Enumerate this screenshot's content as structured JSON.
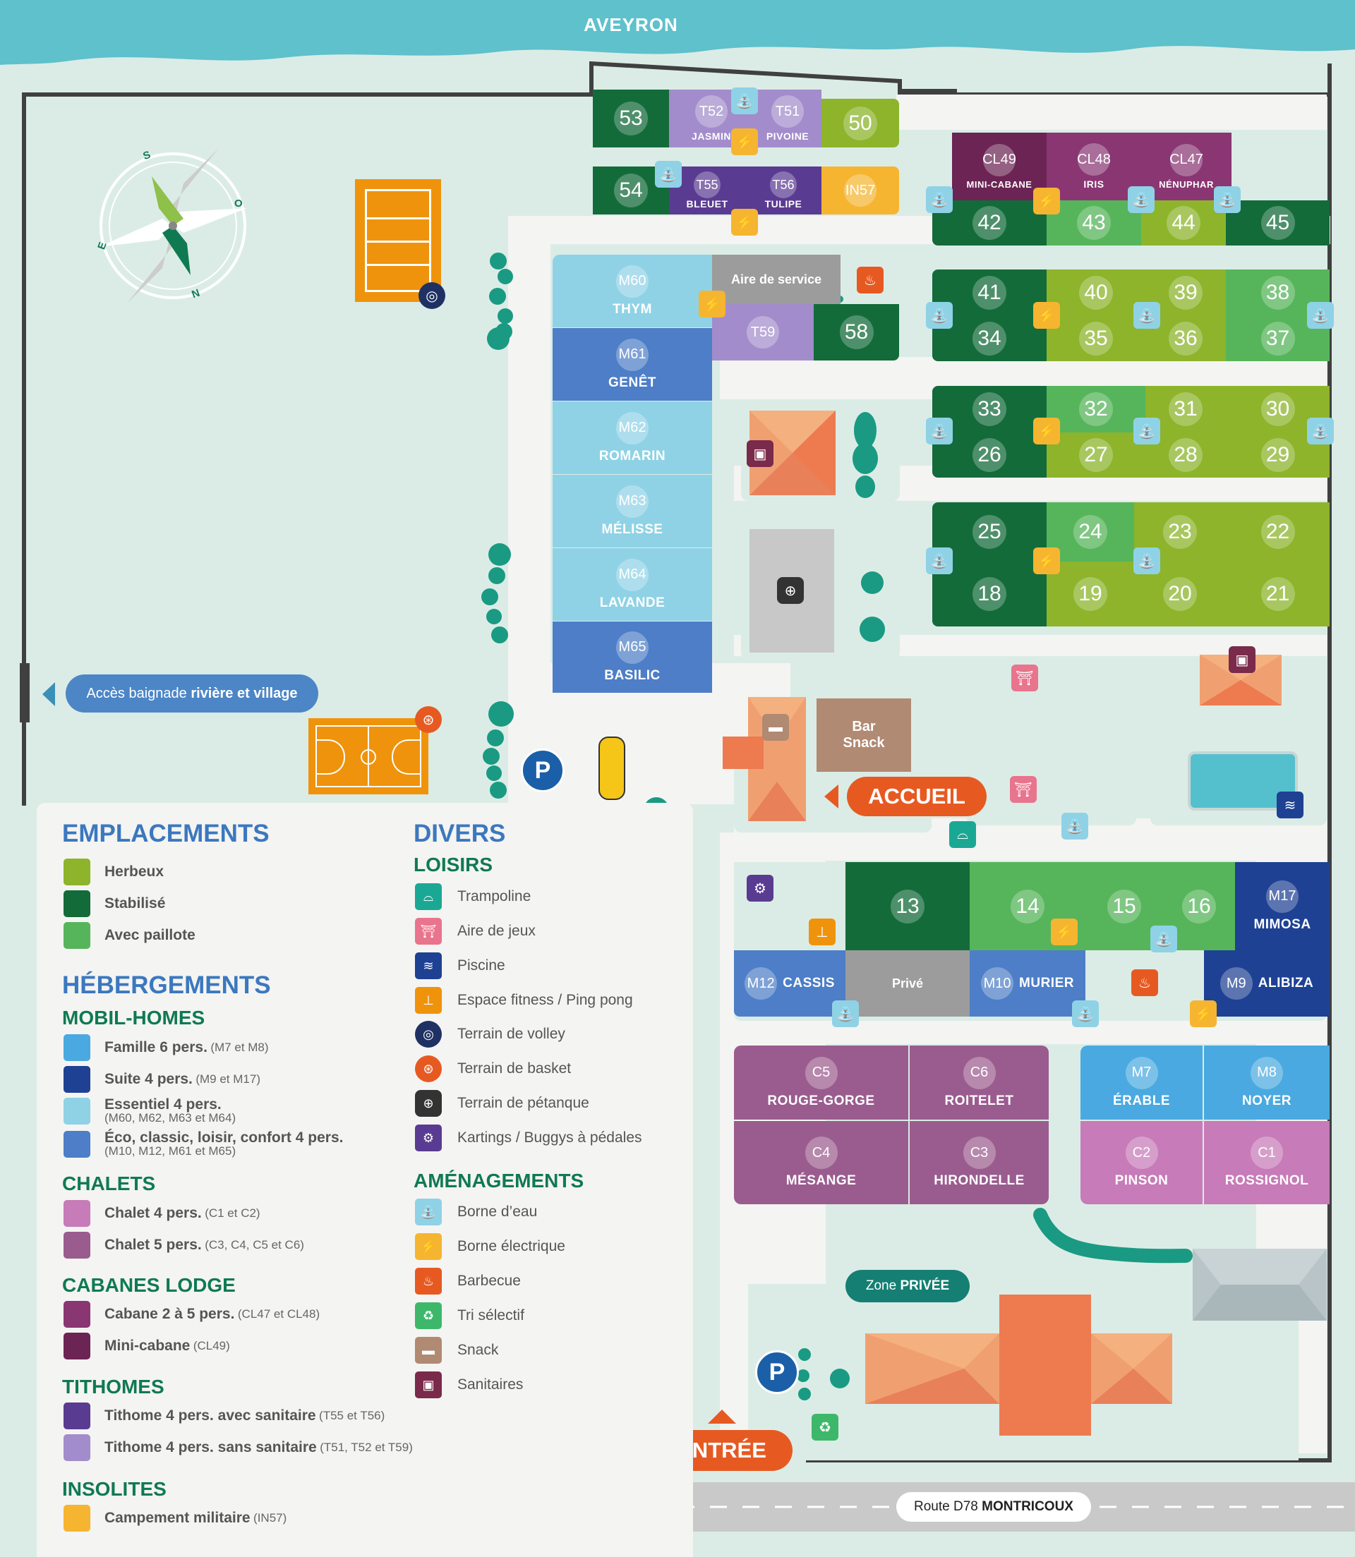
{
  "river": "AVEYRON",
  "compass": {
    "s": "S",
    "o": "O",
    "n": "N",
    "e": "E"
  },
  "access": {
    "prefix": "Accès baignade ",
    "bold": "rivière et village"
  },
  "accueil": "ACCUEIL",
  "entree": "ENTRÉE",
  "parking": "P",
  "zone_privee": {
    "prefix": "Zone ",
    "bold": "PRIVÉE"
  },
  "route": {
    "prefix": "Route D78 ",
    "bold": "MONTRICOUX"
  },
  "aire_service": "Aire de service",
  "bar_snack": {
    "line1": "Bar",
    "line2": "Snack"
  },
  "prive": "Privé",
  "plots": {
    "p53": "53",
    "p50": "50",
    "p54": "54",
    "p42": "42",
    "p43": "43",
    "p44": "44",
    "p45": "45",
    "p41": "41",
    "p40": "40",
    "p39": "39",
    "p38": "38",
    "p34": "34",
    "p35": "35",
    "p36": "36",
    "p37": "37",
    "p33": "33",
    "p32": "32",
    "p31": "31",
    "p30": "30",
    "p26": "26",
    "p27": "27",
    "p28": "28",
    "p29": "29",
    "p25": "25",
    "p24": "24",
    "p23": "23",
    "p22": "22",
    "p18": "18",
    "p19": "19",
    "p20": "20",
    "p21": "21",
    "p58": "58",
    "p13": "13",
    "p14": "14",
    "p15": "15",
    "p16": "16"
  },
  "units": {
    "t52": {
      "code": "T52",
      "name": "JASMIN"
    },
    "t51": {
      "code": "T51",
      "name": "PIVOINE"
    },
    "t55": {
      "code": "T55",
      "name": "BLEUET"
    },
    "t56": {
      "code": "T56",
      "name": "TULIPE"
    },
    "in57": {
      "code": "IN57"
    },
    "cl49": {
      "code": "CL49",
      "name": "MINI-CABANE"
    },
    "cl48": {
      "code": "CL48",
      "name": "IRIS"
    },
    "cl47": {
      "code": "CL47",
      "name": "NÉNUPHAR"
    },
    "m60": {
      "code": "M60",
      "name": "THYM"
    },
    "m61": {
      "code": "M61",
      "name": "GENÊT"
    },
    "m62": {
      "code": "M62",
      "name": "ROMARIN"
    },
    "m63": {
      "code": "M63",
      "name": "MÉLISSE"
    },
    "m64": {
      "code": "M64",
      "name": "LAVANDE"
    },
    "m65": {
      "code": "M65",
      "name": "BASILIC"
    },
    "t59": {
      "code": "T59"
    },
    "m17": {
      "code": "M17",
      "name": "MIMOSA"
    },
    "m12": {
      "code": "M12",
      "name": "CASSIS"
    },
    "m10": {
      "code": "M10",
      "name": "MURIER"
    },
    "m9": {
      "code": "M9",
      "name": "ALIBIZA"
    },
    "c5": {
      "code": "C5",
      "name": "ROUGE-GORGE"
    },
    "c6": {
      "code": "C6",
      "name": "ROITELET"
    },
    "c4": {
      "code": "C4",
      "name": "MÉSANGE"
    },
    "c3": {
      "code": "C3",
      "name": "HIRONDELLE"
    },
    "m7": {
      "code": "M7",
      "name": "ÉRABLE"
    },
    "m8": {
      "code": "M8",
      "name": "NOYER"
    },
    "c2": {
      "code": "C2",
      "name": "PINSON"
    },
    "c1": {
      "code": "C1",
      "name": "ROSSIGNOL"
    }
  },
  "legend": {
    "emplacements": "EMPLACEMENTS",
    "herbeux": "Herbeux",
    "stabilise": "Stabilisé",
    "paillote": "Avec paillote",
    "hebergements": "HÉBERGEMENTS",
    "mobilhomes": "MOBIL-HOMES",
    "famille": "Famille 6 pers.",
    "famille_sub": "(M7 et M8)",
    "suite": "Suite 4 pers.",
    "suite_sub": "(M9 et M17)",
    "essentiel": "Essentiel 4 pers.",
    "essentiel_sub": "(M60, M62, M63 et M64)",
    "eco": "Éco, classic, loisir, confort 4 pers.",
    "eco_sub": "(M10, M12, M61 et M65)",
    "chalets": "CHALETS",
    "chalet4": "Chalet 4 pers.",
    "chalet4_sub": "(C1 et C2)",
    "chalet5": "Chalet 5 pers.",
    "chalet5_sub": "(C3, C4, C5 et C6)",
    "cabanes": "CABANES LODGE",
    "cabane": "Cabane 2 à 5 pers.",
    "cabane_sub": "(CL47 et CL48)",
    "minicabane": "Mini-cabane",
    "minicabane_sub": "(CL49)",
    "tithomes": "TITHOMES",
    "tithome_avec": "Tithome 4 pers. avec sanitaire",
    "tithome_avec_sub": "(T55 et T56)",
    "tithome_sans": "Tithome 4 pers. sans sanitaire",
    "tithome_sans_sub": "(T51, T52 et T59)",
    "insolites": "INSOLITES",
    "campement": "Campement militaire",
    "campement_sub": "(IN57)",
    "divers": "DIVERS",
    "loisirs": "LOISIRS",
    "trampoline": "Trampoline",
    "aire_jeux": "Aire de jeux",
    "piscine": "Piscine",
    "fitness": "Espace fitness / Ping pong",
    "volley": "Terrain de volley",
    "basket": "Terrain de basket",
    "petanque": "Terrain de pétanque",
    "karting": "Kartings / Buggys à pédales",
    "amenagements": "AMÉNAGEMENTS",
    "borne_eau": "Borne d’eau",
    "borne_elec": "Borne électrique",
    "barbecue": "Barbecue",
    "tri": "Tri sélectif",
    "snack": "Snack",
    "sanitaires": "Sanitaires"
  },
  "colors": {
    "herbeux": "#8db42b",
    "stabilise": "#136b3a",
    "paillote": "#56b55a",
    "famille": "#4aa9e0",
    "suite": "#1e4193",
    "essentiel": "#8fd2e6",
    "eco": "#4d7ec7",
    "chalet4": "#c77bb8",
    "chalet5": "#9a5c8e",
    "cabane": "#8a3673",
    "minicabane": "#6b2454",
    "tithome_avec": "#5a3b92",
    "tithome_sans": "#a38ccb",
    "insolite": "#f6b530",
    "river": "#5ec1cc",
    "road": "#c9c9c9",
    "orange": "#e65a22",
    "teal": "#0f8a7a"
  }
}
